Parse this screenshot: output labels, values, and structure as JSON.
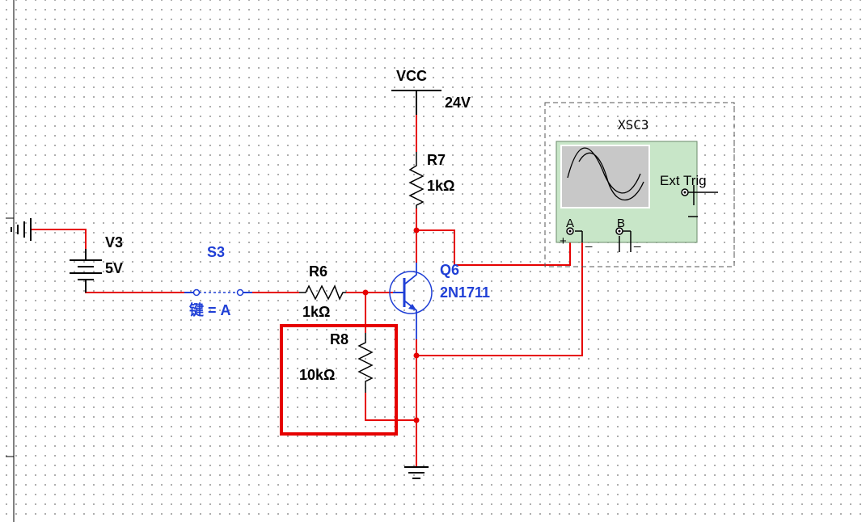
{
  "colors": {
    "wire": "#e60000",
    "component_blue": "#1f3fd6",
    "scope_panel": "#c8e6c8",
    "selection_box": "#e60000"
  },
  "supply": {
    "name": "VCC",
    "value": "24V"
  },
  "battery": {
    "name": "V3",
    "value": "5V"
  },
  "switch": {
    "name": "S3",
    "key_label": "键 = A"
  },
  "r6": {
    "name": "R6",
    "value": "1kΩ"
  },
  "r7": {
    "name": "R7",
    "value": "1kΩ"
  },
  "r8": {
    "name": "R8",
    "value": "10kΩ"
  },
  "transistor": {
    "name": "Q6",
    "model": "2N1711"
  },
  "scope": {
    "name": "XSC3",
    "ext_trig": "Ext Trig",
    "ch_a": "A",
    "ch_b": "B",
    "plus": "+",
    "minus": "_"
  },
  "icons": [
    "ground-icon",
    "battery-icon",
    "switch-icon",
    "resistor-icon",
    "npn-transistor-icon",
    "oscilloscope-icon",
    "sine-wave-icon"
  ]
}
